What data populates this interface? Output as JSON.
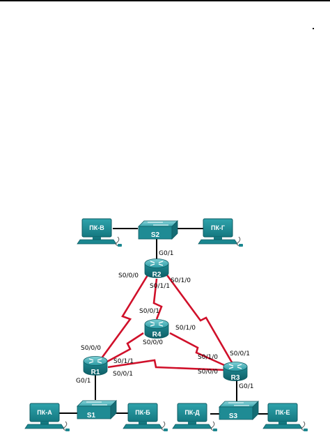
{
  "routers": {
    "r1": "R1",
    "r2": "R2",
    "r3": "R3",
    "r4": "R4"
  },
  "switches": {
    "s1": "S1",
    "s2": "S2",
    "s3": "S3"
  },
  "pcs": {
    "pc_a": "ПК-А",
    "pc_b": "ПК-Б",
    "pc_v": "ПК-В",
    "pc_g": "ПК-Г",
    "pc_d": "ПК-Д",
    "pc_e": "ПК-Е"
  },
  "ports": {
    "s2_r2_g01": "G0/1",
    "r2_s000": "S0/0/0",
    "r2_s010": "S0/1/0",
    "r2_s011": "S0/1/1",
    "r4_s001": "S0/0/1",
    "r4_s000": "S0/0/0",
    "r4_s010": "S0/1/0",
    "r1_s000": "S0/0/0",
    "r1_s011": "S0/1/1",
    "r1_s001": "S0/0/1",
    "r1_g01": "G0/1",
    "r3_s001": "S0/0/1",
    "r3_s010": "S0/1/0",
    "r3_s000": "S0/0/0",
    "r3_g01": "G0/1"
  },
  "colors": {
    "serial_link": "#d0102a",
    "ethernet_link": "#000000",
    "device_teal": "#1f8b94",
    "pc_teal": "#1a8f98"
  }
}
